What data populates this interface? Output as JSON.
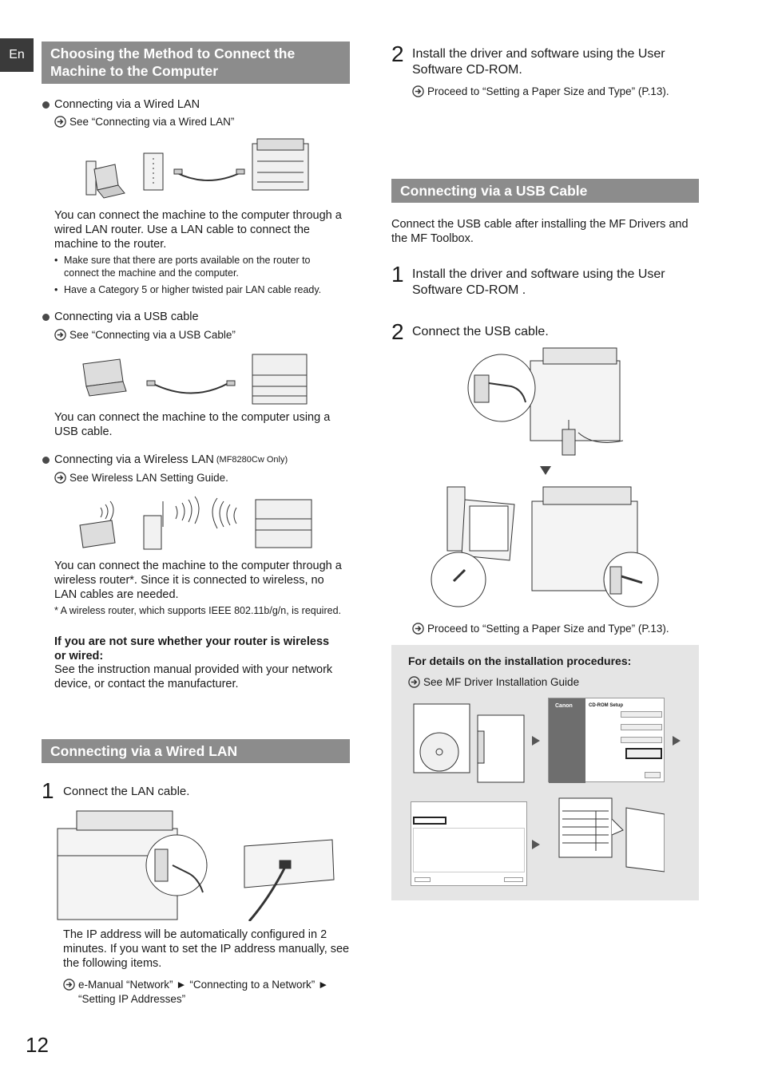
{
  "page": {
    "lang_tab": "En",
    "page_number": "12"
  },
  "left": {
    "section1_title": "Choosing the Method to Connect the Machine to the Computer",
    "wired": {
      "bullet": "Connecting via a Wired LAN",
      "ref": "See “Connecting via a Wired LAN”",
      "desc": "You can connect the machine to the computer through a wired LAN router. Use a LAN cable to connect the machine to the router.",
      "notes": [
        "Make sure that there are ports available on the router to connect the machine and the computer.",
        "Have a Category 5 or higher twisted pair LAN cable ready."
      ]
    },
    "usb": {
      "bullet": "Connecting via a USB cable",
      "ref": "See “Connecting via a USB Cable”",
      "desc": "You can connect the machine to the computer using a USB cable."
    },
    "wireless": {
      "bullet": "Connecting via a Wireless LAN",
      "bullet_suffix": "(MF8280Cw Only)",
      "ref": "See Wireless LAN Setting Guide.",
      "desc": "You can connect the machine to the computer through a wireless router*. Since it is connected to wireless, no LAN cables are needed.",
      "footnote": "* A wireless router, which supports IEEE 802.11b/g/n, is required."
    },
    "unsure": {
      "heading": "If you are not sure whether your router is wireless or wired:",
      "body": "See the instruction manual provided with your network device, or contact the manufacturer."
    },
    "section2_title": "Connecting via a Wired LAN",
    "wired_step1": {
      "num": "1",
      "text": "Connect the LAN cable."
    },
    "ip_desc": "The IP address will be automatically configured in 2 minutes. If you want to set the IP address manually, see the following items.",
    "ip_ref": "e-Manual “Network” ► “Connecting to a Network” ► “Setting IP Addresses”"
  },
  "right": {
    "top_step2": {
      "num": "2",
      "text": "Install the driver and software using the User Software CD-ROM.",
      "ref": "Proceed to “Setting a Paper Size and Type” (P.13)."
    },
    "usb_section_title": "Connecting via a USB Cable",
    "usb_intro": "Connect the USB cable after installing the MF Drivers and the MF Toolbox.",
    "usb_step1": {
      "num": "1",
      "text": "Install the driver and software using the User Software CD-ROM ."
    },
    "usb_step2": {
      "num": "2",
      "text": "Connect the USB cable."
    },
    "usb_ref": "Proceed to “Setting a Paper Size and Type” (P.13).",
    "details": {
      "heading": "For details on the installation procedures:",
      "ref": "See MF Driver Installation Guide",
      "setup_brand": "Canon",
      "setup_title": "CD-ROM Setup"
    }
  },
  "icons": {
    "ref_icon": "arrow-circle-icon",
    "bullet_icon": "bullet-dot-icon",
    "arrow_down": "triangle-down-icon",
    "arrow_right": "triangle-right-icon"
  }
}
